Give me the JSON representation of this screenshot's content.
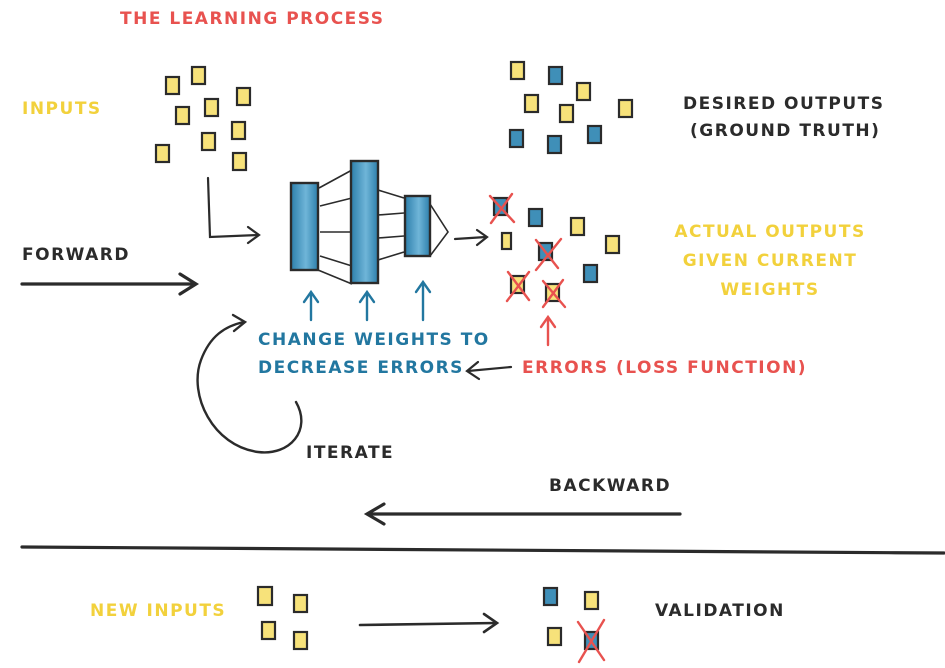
{
  "title": "THE LEARNING PROCESS",
  "labels": {
    "inputs": "INPUTS",
    "desired_line1": "DESIRED OUTPUTS",
    "desired_line2": "(GROUND TRUTH)",
    "forward": "FORWARD",
    "actual_line1": "ACTUAL OUTPUTS",
    "actual_line2": "GIVEN CURRENT",
    "actual_line3": "WEIGHTS",
    "change_line1": "CHANGE WEIGHTS TO",
    "change_line2": "DECREASE ERRORS",
    "errors": "ERRORS (LOSS FUNCTION)",
    "iterate": "ITERATE",
    "backward": "BACKWARD",
    "new_inputs": "NEW INPUTS",
    "validation": "VALIDATION"
  },
  "colors": {
    "red": "#e8524f",
    "yellow": "#f2d13c",
    "blue": "#2277a0",
    "dark": "#2b2b2b",
    "square_yellow": "#f7e27a",
    "square_blue": "#3f8fb8"
  },
  "icons": {
    "input_square": "yellow-square-icon",
    "output_square": "blue-square-icon",
    "error_mark": "red-cross-icon",
    "network": "neural-network-icon"
  }
}
